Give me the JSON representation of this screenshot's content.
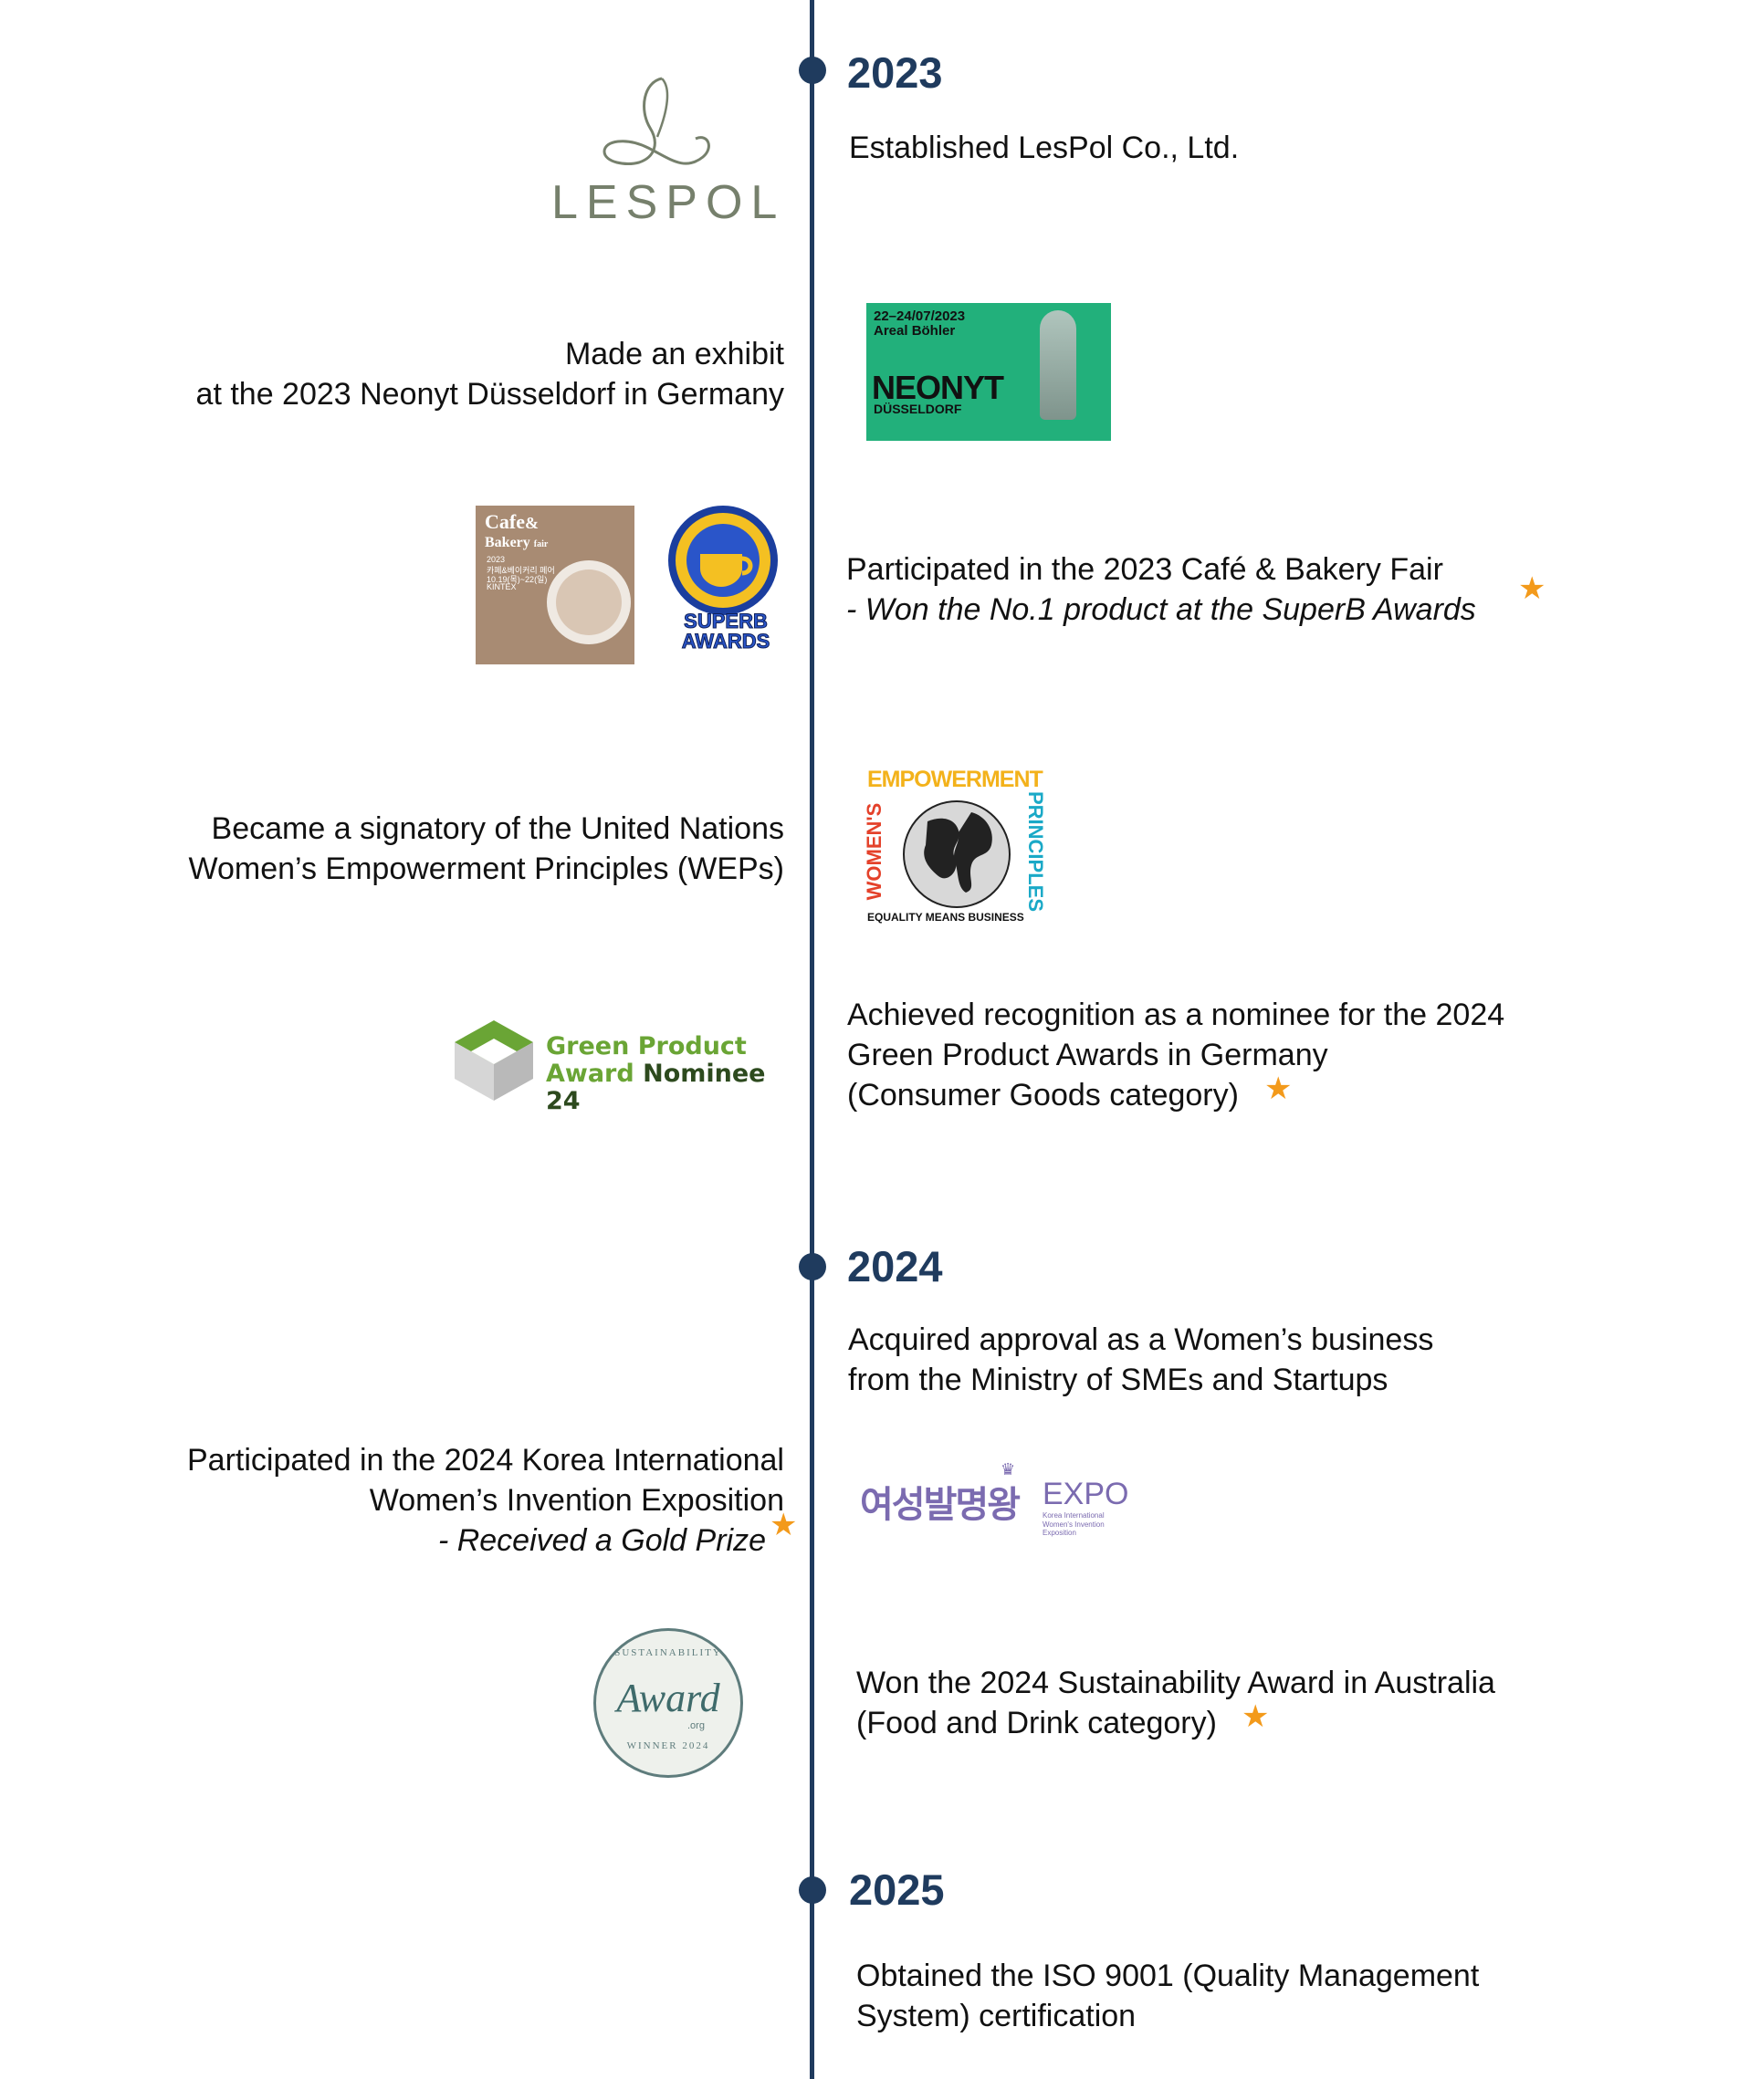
{
  "years": [
    "2023",
    "2024",
    "2025"
  ],
  "events": {
    "established": [
      "Established LesPol Co., Ltd."
    ],
    "neonyt": [
      "Made an exhibit",
      "at the 2023 Neonyt Düsseldorf in Germany"
    ],
    "cafe": [
      "Participated in the 2023 Café & Bakery Fair",
      "- Won the No.1 product at the SuperB Awards"
    ],
    "weps": [
      "Became a signatory of the United Nations",
      "Women’s Empowerment Principles (WEPs)"
    ],
    "green": [
      "Achieved recognition as a nominee for the 2024",
      "Green Product Awards in Germany",
      "(Consumer Goods category)"
    ],
    "womens_biz": [
      "Acquired approval as a Women’s business",
      "from the Ministry of SMEs and Startups"
    ],
    "invention": [
      "Participated in the 2024 Korea International",
      "Women’s Invention Exposition",
      "- Received a Gold Prize"
    ],
    "sustain": [
      "Won the 2024 Sustainability Award in Australia",
      "(Food and Drink category)"
    ],
    "iso": [
      "Obtained the ISO 9001 (Quality Management",
      "System) certification"
    ]
  },
  "star_glyph": "★",
  "logos": {
    "lespol": "LESPOL",
    "neonyt": {
      "dates": "22–24/07/2023",
      "venue": "Areal Böhler",
      "name": "NEONYT",
      "city": "DÜSSELDORF"
    },
    "cafe_poster": {
      "line1": "Cafe",
      "line2": "Bakery",
      "line3": "fair",
      "year": "2023",
      "korean": "카페&베이커리 페어",
      "dates": "10.19(목)~22(일)",
      "venue": "KINTEX"
    },
    "superb": [
      "SUPERB",
      "AWARDS"
    ],
    "weps": {
      "top": "EMPOWERMENT",
      "left": "WOMEN'S",
      "right": "PRINCIPLES",
      "bottom": "EQUALITY MEANS BUSINESS"
    },
    "green_product": [
      "Green Product",
      "Award",
      "Nominee 24"
    ],
    "expo": {
      "korean": "여성발명왕",
      "expo": "EXPO",
      "sub1": "Korea International",
      "sub2": "Women's Invention Exposition"
    },
    "sustain_badge": {
      "top": "SUSTAINABILITY",
      "main": "Award",
      "org": ".org",
      "bottom": "WINNER 2024"
    }
  },
  "colors": {
    "axis": "#1f3b5e",
    "star": "#f39a1b",
    "lespol": "#76806c",
    "neonyt_bg": "#22b07b",
    "green_logo": "#6aa535",
    "expo": "#7b6bb0"
  }
}
